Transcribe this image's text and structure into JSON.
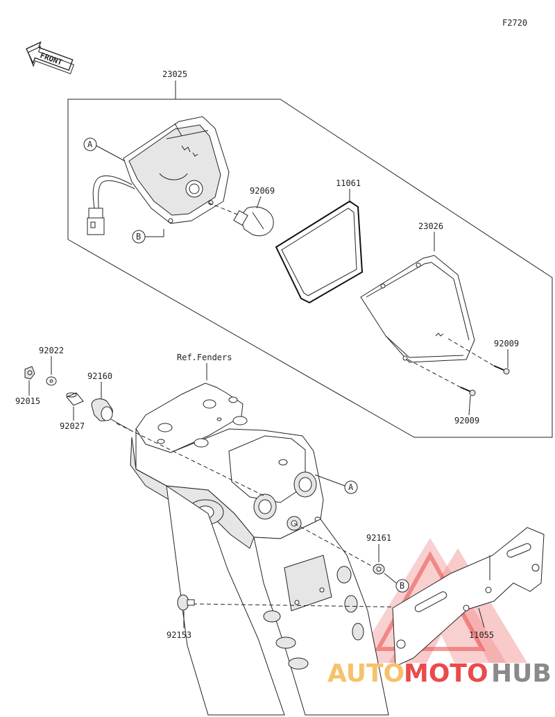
{
  "figure_code": "F2720",
  "front_label": "FRONT",
  "ref_label": "Ref.Fenders",
  "part_numbers": {
    "assembly": "23025",
    "bulb": "92069",
    "gasket": "11061",
    "lens": "23026",
    "screw_upper": "92009",
    "screw_lower": "92009",
    "washer": "92022",
    "nut": "92015",
    "collar": "92027",
    "grommet": "92160",
    "nut_b": "92161",
    "bolt": "92153",
    "bracket": "11055"
  },
  "callouts": {
    "a": "A",
    "b": "B"
  },
  "watermark": {
    "prefix": "AUTO",
    "middle": "MOTO",
    "suffix": "HUB",
    "colors": {
      "auto": "#f5c26b",
      "moto": "#e94b4b",
      "hub": "#8a8a8a"
    }
  }
}
